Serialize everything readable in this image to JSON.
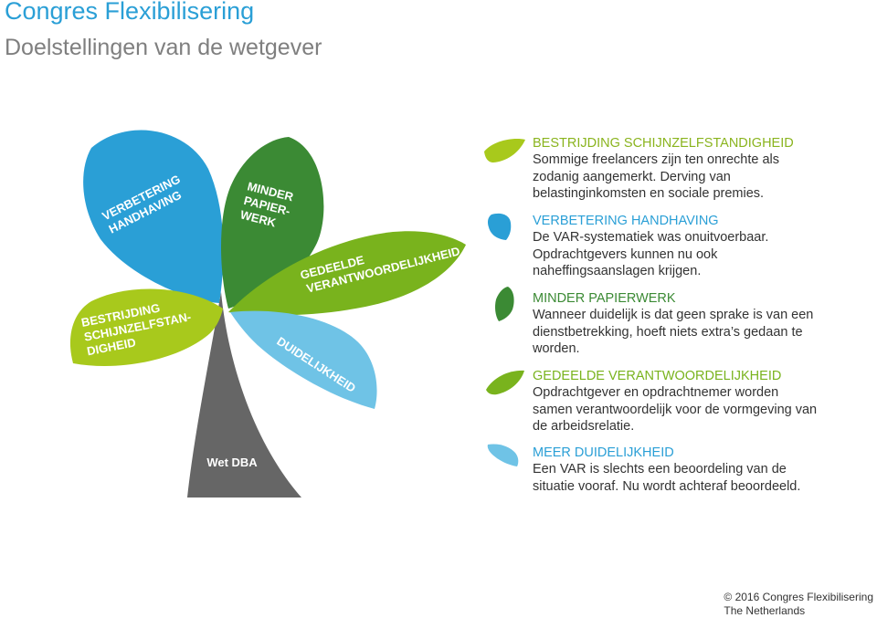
{
  "header": {
    "title": "Congres Flexibilisering",
    "subtitle": "Doelstellingen van de wetgever"
  },
  "diagram": {
    "stem_label": "Wet DBA",
    "petals": [
      {
        "name": "verbetering",
        "lines": [
          "VERBETERING",
          "HANDHAVING"
        ],
        "color": "#2a9fd6"
      },
      {
        "name": "minder",
        "lines": [
          "MINDER",
          "PAPIER-",
          "WERK"
        ],
        "color": "#3b8a34"
      },
      {
        "name": "gedeelde",
        "lines": [
          "GEDEELDE",
          "VERANTWOORDELIJKHEID"
        ],
        "color": "#79b31d"
      },
      {
        "name": "bestrijding",
        "lines": [
          "BESTRIJDING",
          "SCHIJNZELFSTAN-",
          "DIGHEID"
        ],
        "color": "#a8c91c"
      },
      {
        "name": "duidelijkheid",
        "lines": [
          "DUIDELIJKHEID"
        ],
        "color": "#6fc3e6"
      }
    ],
    "stem_color": "#666666"
  },
  "legend": [
    {
      "title": "BESTRIJDING SCHIJNZELFSTANDIGHEID",
      "title_color": "#8ab41e",
      "icon_color": "#a8c91c",
      "lines": [
        "Sommige freelancers zijn ten onrechte als",
        "zodanig aangemerkt. Derving van",
        "belastinginkomsten en sociale premies."
      ]
    },
    {
      "title": "VERBETERING HANDHAVING",
      "title_color": "#2a9fd6",
      "icon_color": "#2a9fd6",
      "lines": [
        "De VAR-systematiek was onuitvoerbaar.",
        "Opdrachtgevers kunnen nu ook",
        "naheffingsaanslagen krijgen."
      ]
    },
    {
      "title": "MINDER PAPIERWERK",
      "title_color": "#3b8a34",
      "icon_color": "#3b8a34",
      "lines": [
        "Wanneer duidelijk is dat geen sprake is van een",
        "dienstbetrekking, hoeft niets extra’s gedaan te",
        "worden."
      ]
    },
    {
      "title": "GEDEELDE VERANTWOORDELIJKHEID",
      "title_color": "#79b31d",
      "icon_color": "#79b31d",
      "lines": [
        "Opdrachtgever en opdrachtnemer worden",
        "samen verantwoordelijk voor de vormgeving van",
        "de arbeidsrelatie."
      ]
    },
    {
      "title": "MEER DUIDELIJKHEID",
      "title_color": "#2a9fd6",
      "icon_color": "#6fc3e6",
      "lines": [
        "Een VAR is slechts een beoordeling van de",
        "situatie vooraf. Nu wordt achteraf beoordeeld."
      ]
    }
  ],
  "footer": {
    "line1": "© 2016 Congres Flexibilisering",
    "line2": "The Netherlands"
  }
}
